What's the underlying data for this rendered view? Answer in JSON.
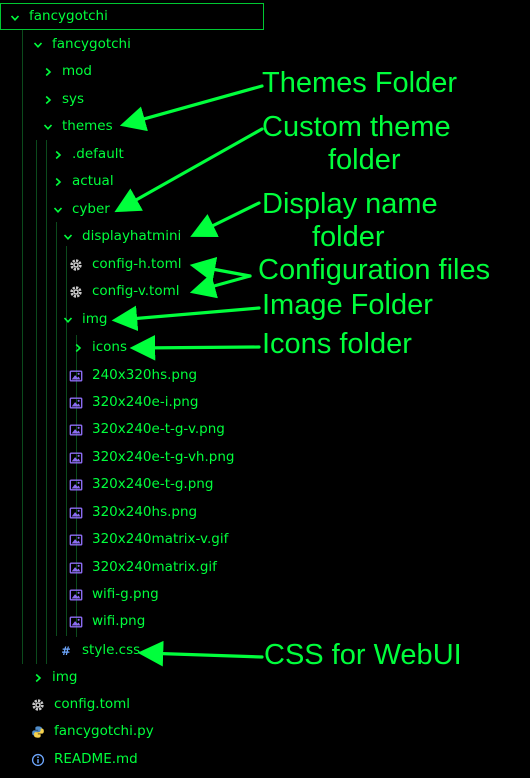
{
  "colors": {
    "accent": "#00ff3c",
    "background": "#000000",
    "guide": "#0b4a1c",
    "image_icon": "#8b6cf2",
    "info_icon": "#6ea8ff"
  },
  "tree": [
    {
      "name": "tree-root-fancygotchi",
      "label": "fancygotchi",
      "type": "folder-open",
      "icon": "chevron-down-icon"
    },
    {
      "name": "tree-folder-fancygotchi",
      "label": "fancygotchi",
      "type": "folder-open",
      "icon": "chevron-down-icon"
    },
    {
      "name": "tree-folder-mod",
      "label": "mod",
      "type": "folder-closed",
      "icon": "chevron-right-icon"
    },
    {
      "name": "tree-folder-sys",
      "label": "sys",
      "type": "folder-closed",
      "icon": "chevron-right-icon"
    },
    {
      "name": "tree-folder-themes",
      "label": "themes",
      "type": "folder-open",
      "icon": "chevron-down-icon"
    },
    {
      "name": "tree-folder-default",
      "label": ".default",
      "type": "folder-closed",
      "icon": "chevron-right-icon"
    },
    {
      "name": "tree-folder-actual",
      "label": "actual",
      "type": "folder-closed",
      "icon": "chevron-right-icon"
    },
    {
      "name": "tree-folder-cyber",
      "label": "cyber",
      "type": "folder-open",
      "icon": "chevron-down-icon"
    },
    {
      "name": "tree-folder-displayhatmini",
      "label": "displayhatmini",
      "type": "folder-open",
      "icon": "chevron-down-icon"
    },
    {
      "name": "tree-file-config-h",
      "label": "config-h.toml",
      "type": "gear",
      "icon": "gear-icon"
    },
    {
      "name": "tree-file-config-v",
      "label": "config-v.toml",
      "type": "gear",
      "icon": "gear-icon"
    },
    {
      "name": "tree-folder-img",
      "label": "img",
      "type": "folder-open",
      "icon": "chevron-down-icon"
    },
    {
      "name": "tree-folder-icons",
      "label": "icons",
      "type": "folder-closed",
      "icon": "chevron-right-icon"
    },
    {
      "name": "tree-file-240x320hs",
      "label": "240x320hs.png",
      "type": "image",
      "icon": "image-file-icon"
    },
    {
      "name": "tree-file-320x240e-i",
      "label": "320x240e-i.png",
      "type": "image",
      "icon": "image-file-icon"
    },
    {
      "name": "tree-file-320x240e-t-g-v",
      "label": "320x240e-t-g-v.png",
      "type": "image",
      "icon": "image-file-icon"
    },
    {
      "name": "tree-file-320x240e-t-g-vh",
      "label": "320x240e-t-g-vh.png",
      "type": "image",
      "icon": "image-file-icon"
    },
    {
      "name": "tree-file-320x240e-t-g",
      "label": "320x240e-t-g.png",
      "type": "image",
      "icon": "image-file-icon"
    },
    {
      "name": "tree-file-320x240hs",
      "label": "320x240hs.png",
      "type": "image",
      "icon": "image-file-icon"
    },
    {
      "name": "tree-file-320x240matrix-v",
      "label": "320x240matrix-v.gif",
      "type": "image",
      "icon": "image-file-icon"
    },
    {
      "name": "tree-file-320x240matrix",
      "label": "320x240matrix.gif",
      "type": "image",
      "icon": "image-file-icon"
    },
    {
      "name": "tree-file-wifi-g",
      "label": "wifi-g.png",
      "type": "image",
      "icon": "image-file-icon"
    },
    {
      "name": "tree-file-wifi",
      "label": "wifi.png",
      "type": "image",
      "icon": "image-file-icon"
    },
    {
      "name": "tree-file-style-css",
      "label": "style.css",
      "type": "css",
      "icon": "hash-icon"
    },
    {
      "name": "tree-folder-img-root",
      "label": "img",
      "type": "folder-closed",
      "icon": "chevron-right-icon"
    },
    {
      "name": "tree-file-config-toml",
      "label": "config.toml",
      "type": "gear",
      "icon": "gear-icon"
    },
    {
      "name": "tree-file-fancygotchi-py",
      "label": "fancygotchi.py",
      "type": "python",
      "icon": "python-icon"
    },
    {
      "name": "tree-file-readme",
      "label": "README.md",
      "type": "info",
      "icon": "info-icon"
    }
  ],
  "annotations": {
    "themes_folder": "Themes Folder",
    "custom_theme_1": "Custom theme",
    "custom_theme_2": "folder",
    "display_name_1": "Display name",
    "display_name_2": "folder",
    "configuration_files": "Configuration files",
    "image_folder": "Image Folder",
    "icons_folder": "Icons folder",
    "css_webui": "CSS for WebUI"
  }
}
